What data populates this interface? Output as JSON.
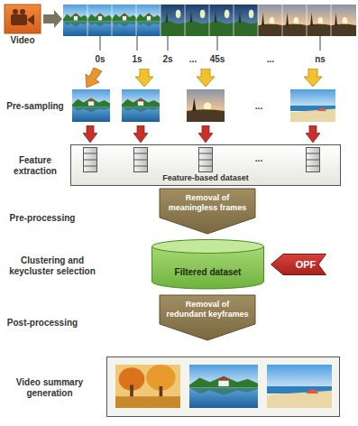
{
  "diagram": {
    "nodes": [
      {
        "text": [
          "Video"
        ]
      },
      {
        "text": [
          "Feature-based dataset"
        ]
      },
      {
        "text": [
          "Removal of meaningless frames"
        ]
      },
      {
        "text": [
          "Filtered dataset"
        ]
      },
      {
        "text": [
          "OPF"
        ]
      },
      {
        "text": [
          "Removal of redundant keyframes"
        ]
      }
    ],
    "labels": [
      "0s",
      "1s",
      "2s",
      "...",
      "45s",
      "...",
      "ns",
      "Pre-sampling",
      "...",
      "Feature extraction",
      "...",
      "Pre-processing",
      "Clustering and keycluster selection",
      "Post-processing",
      "Video summary generation"
    ]
  }
}
